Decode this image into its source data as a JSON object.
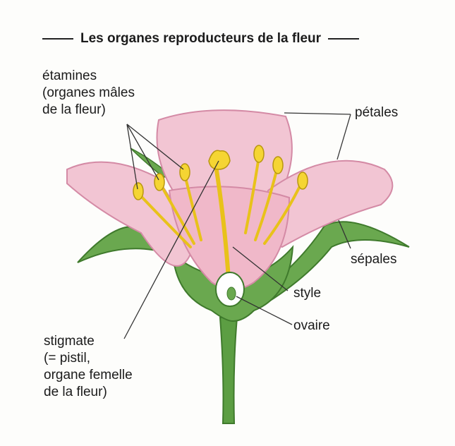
{
  "title": "Les organes reproducteurs de la fleur",
  "labels": {
    "etamines": "étamines\n(organes mâles\nde la fleur)",
    "petales": "pétales",
    "sepales": "sépales",
    "style": "style",
    "ovaire": "ovaire",
    "stigmate": "stigmate\n(= pistil,\norgane femelle\nde la fleur)"
  },
  "colors": {
    "petal": "#f2c5d3",
    "petal_stroke": "#d48aa5",
    "sepal": "#6aa84f",
    "stem": "#5c9e43",
    "anther": "#f5d533",
    "leader": "#333333"
  }
}
